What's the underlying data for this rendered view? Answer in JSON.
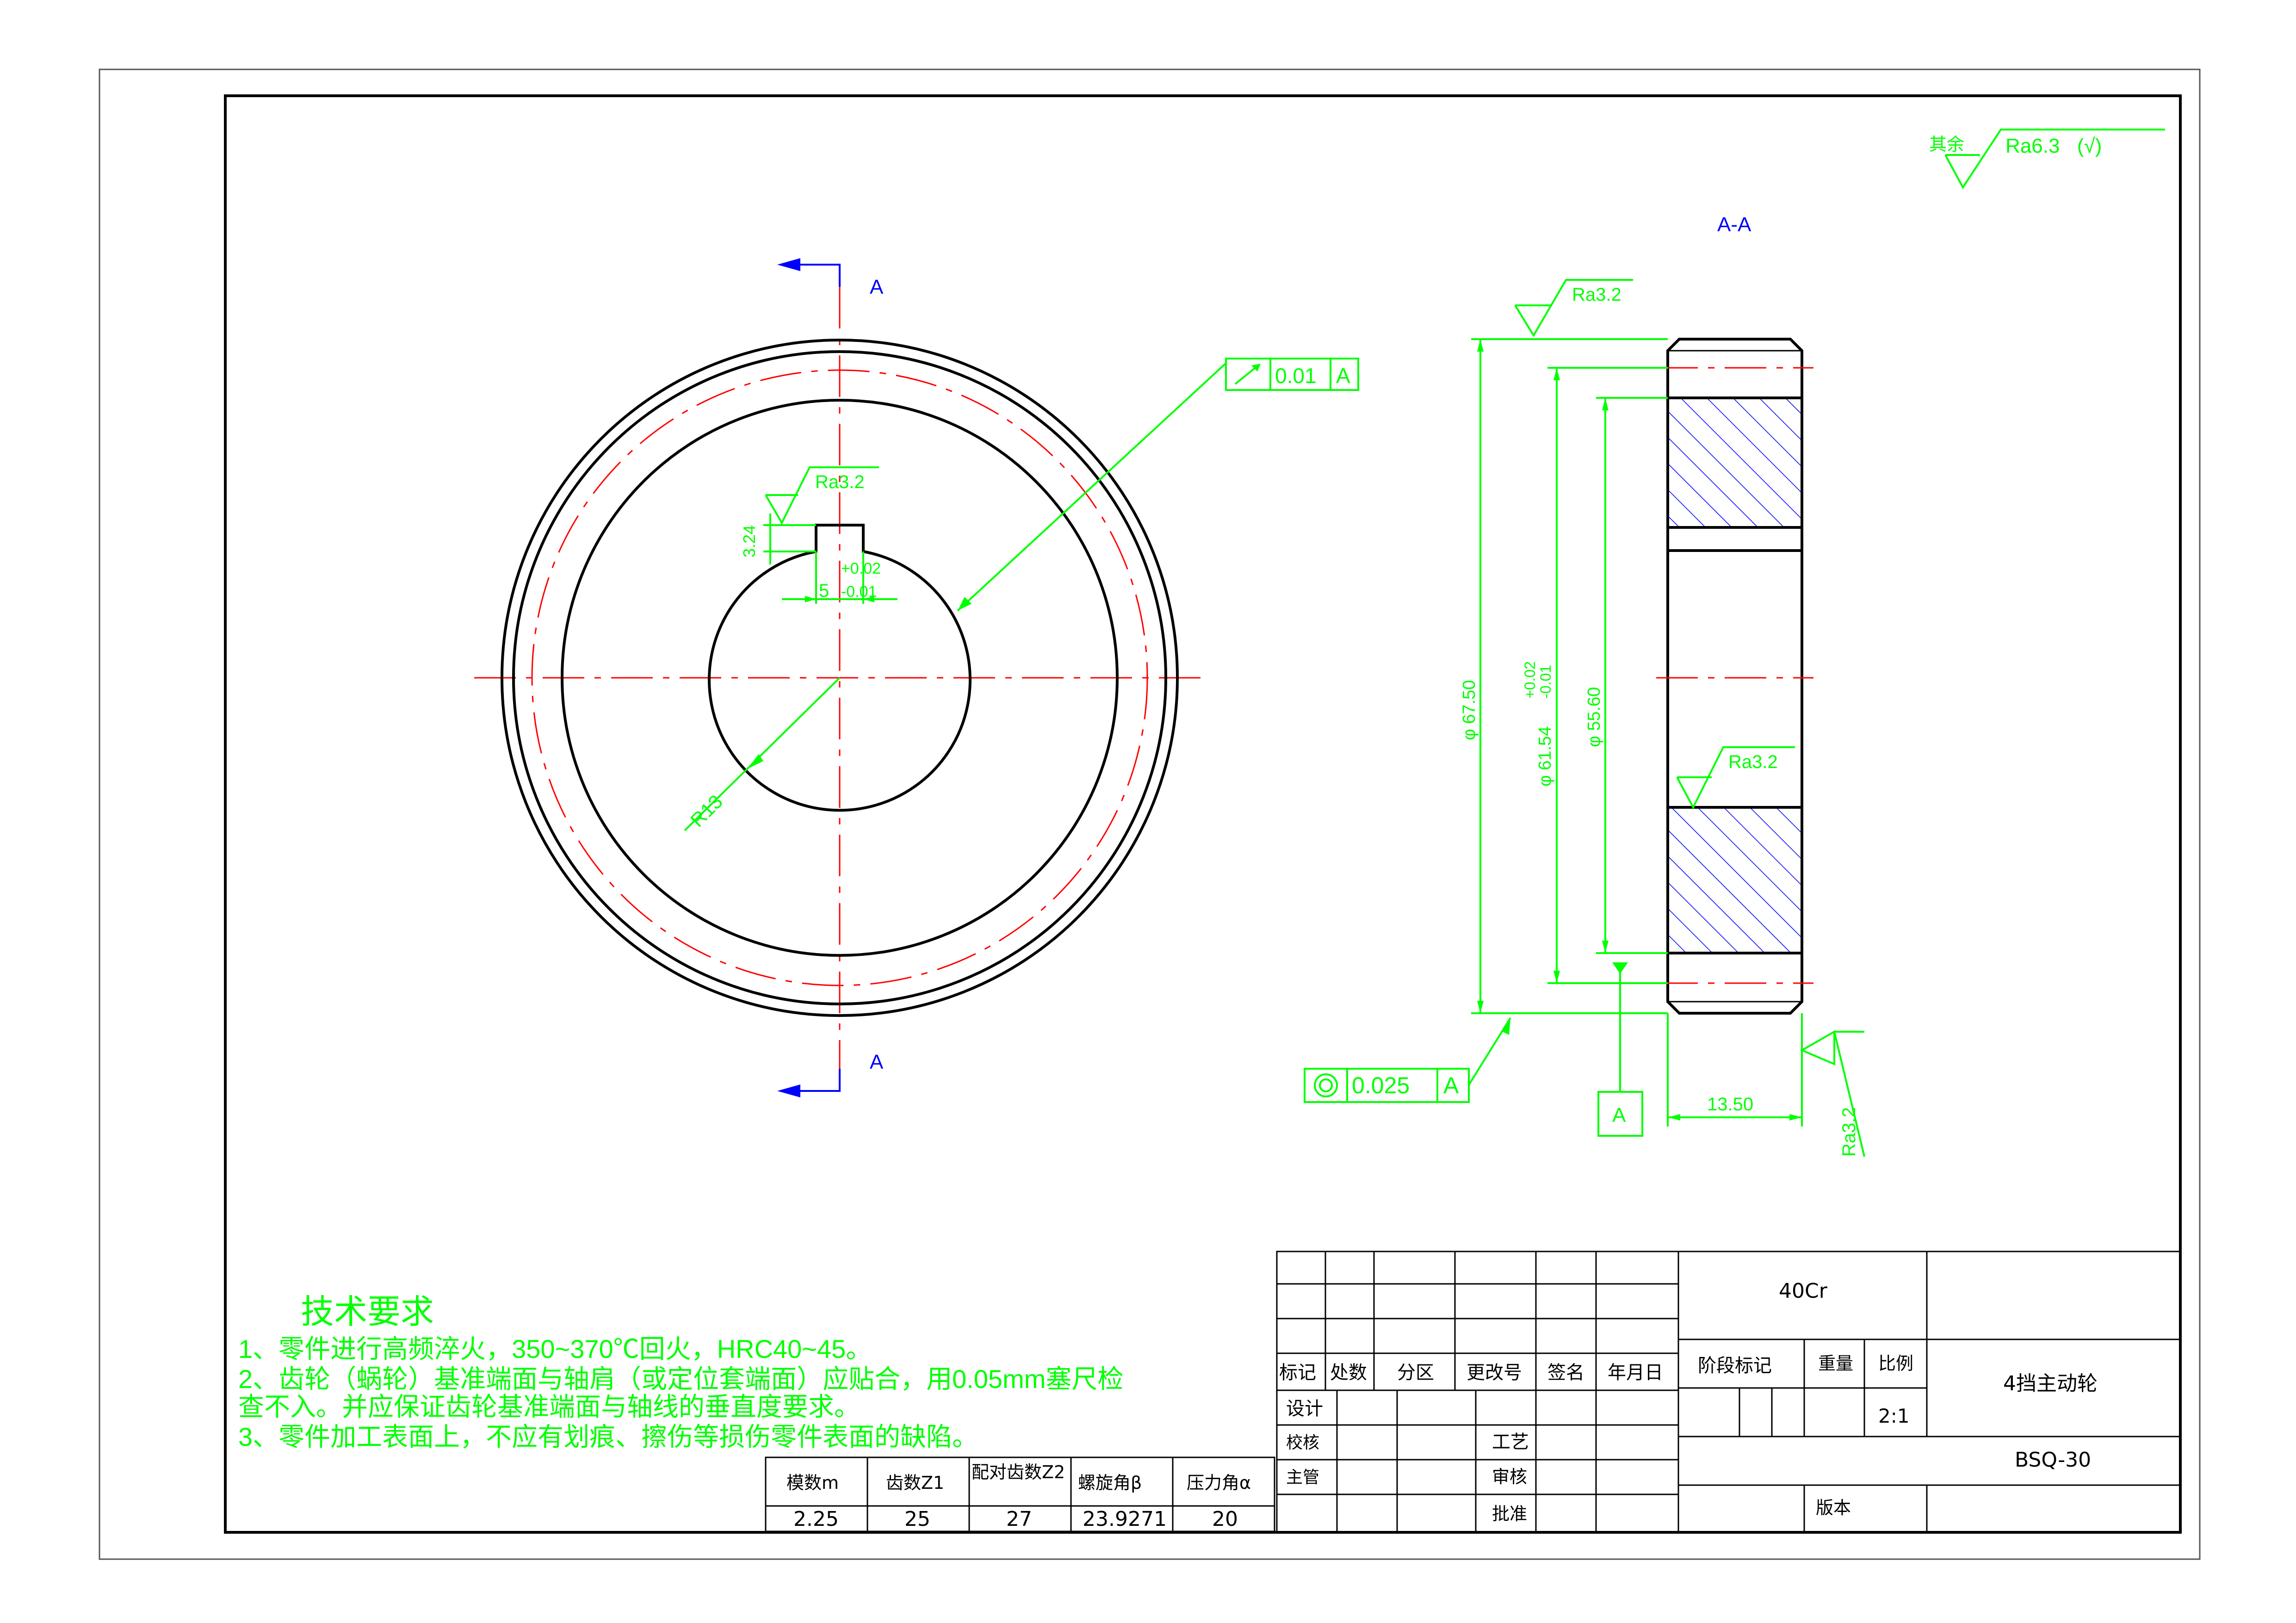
{
  "roughness_note": {
    "prefix": "其余",
    "value": "Ra6.3",
    "suffix": "(√)"
  },
  "section_label": "A-A",
  "cut_labels": {
    "top": "A",
    "bottom": "A"
  },
  "front_view": {
    "keyway_ra": "Ra3.2",
    "keyway_depth": "3.24",
    "keyway_width": "5",
    "keyway_tol_upper": "+0.02",
    "keyway_tol_lower": "-0.01",
    "bore_radius": "R13",
    "runout": {
      "value": "0.01",
      "datum": "A"
    }
  },
  "section_view": {
    "top_ra": "Ra3.2",
    "bore_ra": "Ra3.2",
    "side_ra": "Ra3.2",
    "dia_outer": "φ 67.50",
    "dia_pitch": "φ 61.54",
    "dia_pitch_tol_upper": "+0.02",
    "dia_pitch_tol_lower": "-0.01",
    "dia_root": "φ 55.60",
    "width": "13.50",
    "datum": "A",
    "coaxiality": {
      "value": "0.025",
      "datum": "A"
    }
  },
  "tech_requirements": {
    "title": "技术要求",
    "items": [
      "1、零件进行高频淬火，350~370℃回火，HRC40~45。",
      "2、齿轮（蜗轮）基准端面与轴肩（或定位套端面）应贴合，用0.05mm塞尺检",
      "查不入。并应保证齿轮基准端面与轴线的垂直度要求。",
      "3、零件加工表面上，不应有划痕、擦伤等损伤零件表面的缺陷。"
    ]
  },
  "gear_table": {
    "headers": [
      "模数m",
      "齿数Z1",
      "配对齿数Z2",
      "螺旋角β",
      "压力角α"
    ],
    "values": [
      "2.25",
      "25",
      "27",
      "23.9271",
      "20"
    ]
  },
  "title_block": {
    "material": "40Cr",
    "part_name": "4挡主动轮",
    "drawing_no": "BSQ-30",
    "scale_label": "比例",
    "scale": "2:1",
    "weight_label": "重量",
    "stage_label": "阶段标记",
    "version_label": "版本",
    "rev_headers": [
      "标记",
      "处数",
      "分区",
      "更改号",
      "签名",
      "年月日"
    ],
    "roles": [
      "设计",
      "校核",
      "主管"
    ],
    "roles2": [
      "工艺",
      "审核",
      "批准"
    ]
  }
}
